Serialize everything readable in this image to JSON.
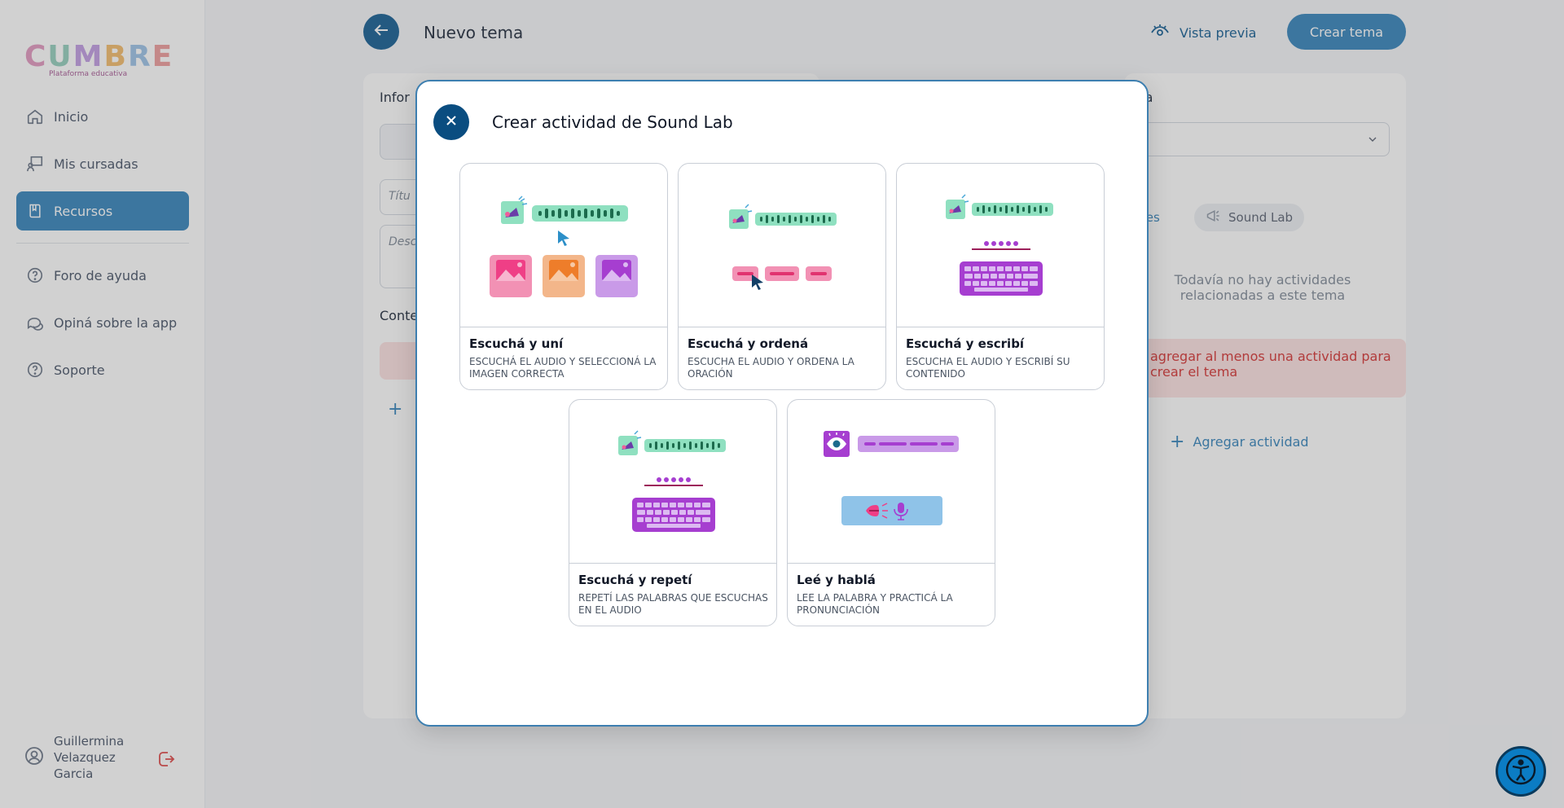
{
  "sidebar": {
    "logo_text": "CUMBRE",
    "logo_sub": "Plataforma educativa",
    "items": [
      {
        "label": "Inicio"
      },
      {
        "label": "Mis cursadas"
      },
      {
        "label": "Recursos"
      },
      {
        "label": "Foro de ayuda"
      },
      {
        "label": "Opiná sobre la app"
      },
      {
        "label": "Soporte"
      }
    ],
    "user_name": "Guillermina Velazquez Garcia"
  },
  "header": {
    "title": "Nuevo tema",
    "preview_label": "Vista previa",
    "create_label": "Crear tema"
  },
  "background": {
    "info_label": "Infor",
    "title_placeholder": "Títu",
    "desc_placeholder": "Desc",
    "content_label": "Conte",
    "plus": "+",
    "right_label": "ma",
    "chip_activities": "ades",
    "chip_soundlab": "Sound Lab",
    "no_activities": "Todavía no hay actividades relacionadas a este tema",
    "error_text": "agregar al menos una actividad para crear el tema",
    "add_activity": "Agregar actividad"
  },
  "modal": {
    "title": "Crear actividad de Sound Lab",
    "cards": [
      {
        "title": "Escuchá y uní",
        "desc": "ESCUCHÁ EL AUDIO Y SELECCIONÁ LA IMAGEN CORRECTA"
      },
      {
        "title": "Escuchá y ordená",
        "desc": "ESCUCHA EL AUDIO Y ORDENA LA ORACIÓN"
      },
      {
        "title": "Escuchá y escribí",
        "desc": "ESCUCHA EL AUDIO Y ESCRIBÍ SU CONTENIDO"
      },
      {
        "title": "Escuchá y repetí",
        "desc": "REPETÍ LAS PALABRAS QUE ESCUCHAS EN EL AUDIO"
      },
      {
        "title": "Leé y hablá",
        "desc": "LEE LA PALABRA Y PRACTICÁ LA PRONUNCIACIÓN"
      }
    ]
  },
  "colors": {
    "primary": "#0a4d80",
    "accent": "#4a90c2",
    "audio_green": "#8fe0c0",
    "pink": "#ef5d9a",
    "purple": "#a63ed0"
  }
}
